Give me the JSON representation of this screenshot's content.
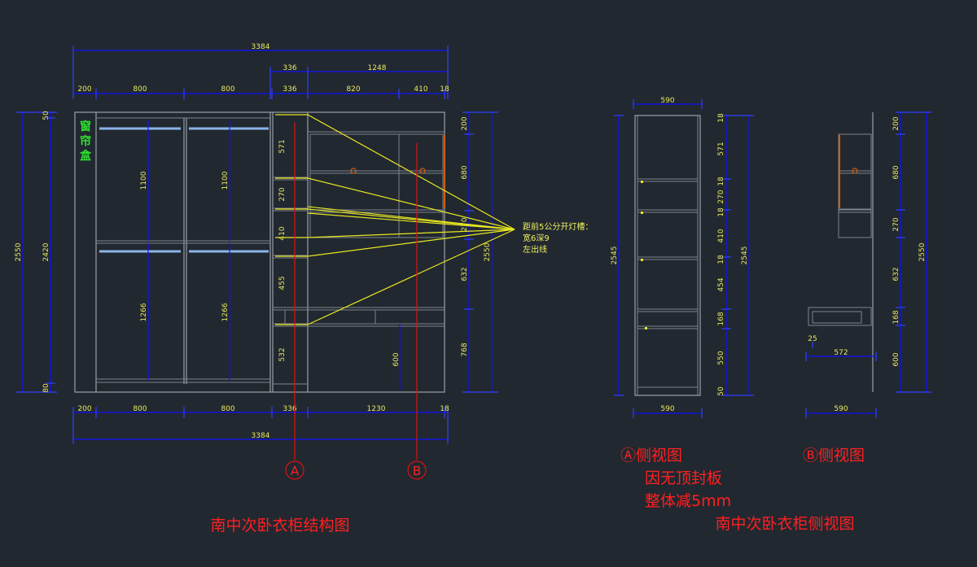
{
  "front": {
    "dims_top_total": "3384",
    "dims_top_right": [
      "336",
      "1248"
    ],
    "dims_top": [
      "200",
      "800",
      "800",
      "336",
      "820",
      "410",
      "18"
    ],
    "dims_bottom": [
      "200",
      "800",
      "800",
      "336",
      "1230",
      "18"
    ],
    "dims_bottom_total": "3384",
    "left_outer": "2550",
    "left_inner": "2420",
    "left_top": "50",
    "left_bottom": "80",
    "hang_upper": [
      "1100",
      "1100"
    ],
    "hang_lower": [
      "1266",
      "1266"
    ],
    "shelf_col": [
      "571",
      "270",
      "410",
      "455",
      "532"
    ],
    "right_col": [
      "200",
      "680",
      "270",
      "632",
      "768"
    ],
    "right_total": "2550",
    "drawer_dim": "600",
    "curtain_box": [
      "窗",
      "帘",
      "盒"
    ],
    "note_lines": [
      "距前5公分开灯槽：",
      "宽6深9",
      "左出线"
    ],
    "markers": [
      "A",
      "B"
    ],
    "title": "南中次卧衣柜结构图"
  },
  "side_a": {
    "top": "590",
    "bottom": "590",
    "left": "2545",
    "inner": "2545",
    "col": [
      "18",
      "571",
      "18",
      "270",
      "18",
      "410",
      "18",
      "454",
      "168",
      "550",
      "50"
    ],
    "title": "Ⓐ侧视图",
    "note1": "因无顶封板",
    "note2": "整体减5mm"
  },
  "side_b": {
    "col": [
      "200",
      "680",
      "270",
      "632",
      "168",
      "600"
    ],
    "right": "2550",
    "small": "25",
    "width_inner": "572",
    "bottom": "590",
    "title": "Ⓑ侧视图"
  },
  "page_title": "南中次卧衣柜侧视图"
}
